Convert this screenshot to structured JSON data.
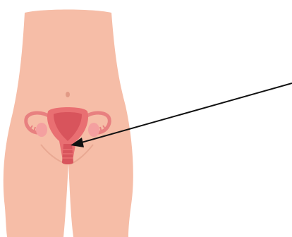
{
  "colors": {
    "background": "#ffffff",
    "skin": "#f6bda7",
    "skin_shadow": "#e9a993",
    "navel": "#e29a86",
    "uterus_outer": "#e96f72",
    "uterus_inner": "#d8545c",
    "ovary": "#f4a0a0",
    "tube": "#e88080",
    "arrow": "#111111"
  },
  "icons": {
    "body": "female-lower-torso",
    "organ": "uterus",
    "pointer": "arrow"
  }
}
